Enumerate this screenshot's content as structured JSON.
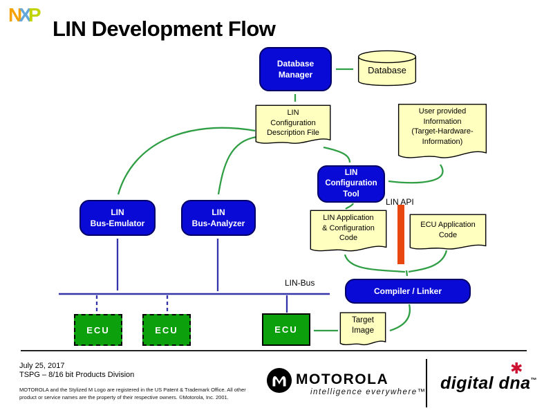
{
  "header": {
    "title": "LIN Development Flow",
    "brand_letters": [
      "N",
      "X",
      "P"
    ]
  },
  "nodes": {
    "db_manager": {
      "lines": [
        "Database",
        "Manager"
      ]
    },
    "database": {
      "label": "Database"
    },
    "lin_cdf": {
      "lines": [
        "LIN",
        "Configuration",
        "Description File"
      ]
    },
    "user_info": {
      "lines": [
        "User provided",
        "Information",
        "(Target-Hardware-",
        "Information)"
      ]
    },
    "config_tool": {
      "lines": [
        "LIN",
        "Configuration",
        "Tool"
      ]
    },
    "bus_emulator": {
      "lines": [
        "LIN",
        "Bus-Emulator"
      ]
    },
    "bus_analyzer": {
      "lines": [
        "LIN",
        "Bus-Analyzer"
      ]
    },
    "lin_app_code": {
      "lines": [
        "LIN Application",
        "& Configuration",
        "Code"
      ]
    },
    "ecu_app_code": {
      "lines": [
        "ECU Application",
        "Code"
      ]
    },
    "compiler": {
      "label": "Compiler / Linker"
    },
    "target_image": {
      "lines": [
        "Target",
        "Image"
      ]
    },
    "ecu1": {
      "label": "ECU"
    },
    "ecu2": {
      "label": "ECU"
    },
    "ecu3": {
      "label": "ECU"
    }
  },
  "labels": {
    "lin_api": "LIN API",
    "lin_bus": "LIN-Bus"
  },
  "footer": {
    "date": "July 25, 2017",
    "division": "TSPG – 8/16 bit Products Division",
    "legal_line1": "MOTOROLA and the Stylized M Logo are registered in the US Patent & Trademark Office. All other",
    "legal_line2": "product or service names are the property of their respective owners.  ©Motorola, Inc. 2001.",
    "motorola_wordmark": "MOTOROLA",
    "tagline": "intelligence everywhere™",
    "digitaldna": "digital dna",
    "digitaldna_tm": "™"
  },
  "colors": {
    "box_blue": "#0A0AD6",
    "doc_yellow": "#FFFFC0",
    "arrow_green": "#2F9E44",
    "bus_navy": "#3333AA",
    "ecu_green": "#0DA00D",
    "api_red": "#E8470F",
    "dna_red": "#CC1133",
    "nxp_orange": "#F5A100",
    "nxp_blue": "#64A7D9",
    "nxp_lime": "#BFD400"
  }
}
